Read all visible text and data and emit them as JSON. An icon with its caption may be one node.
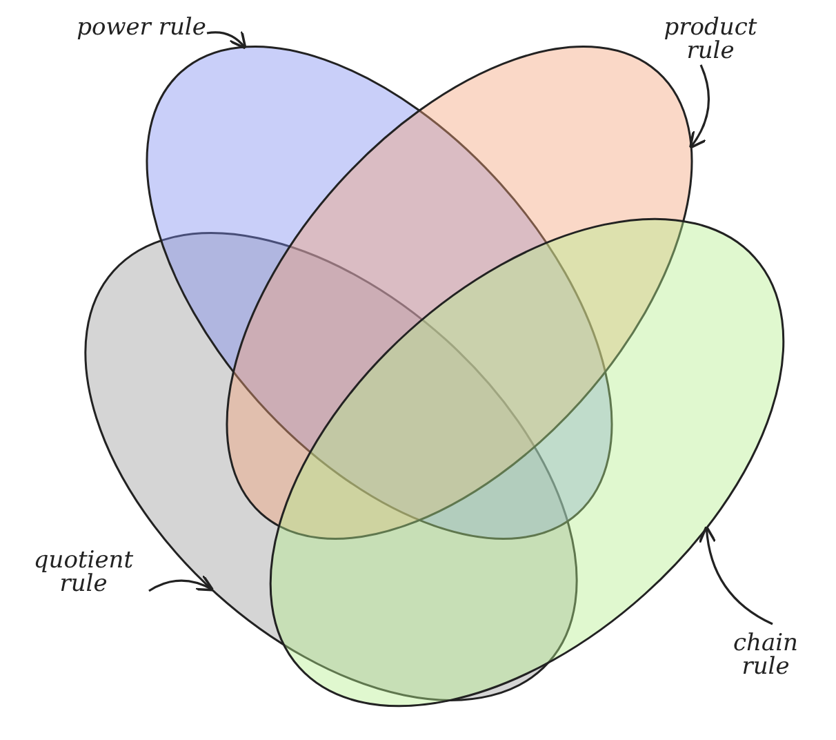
{
  "diagram": {
    "nodes": [
      {
        "text": [
          "power rule"
        ]
      },
      {
        "text": [
          "product rule"
        ]
      },
      {
        "text": [
          "quotient rule"
        ]
      },
      {
        "text": [
          "chain rule"
        ]
      },
      {
        "text": [],
        "shape": "ellipse"
      },
      {
        "text": [],
        "shape": "ellipse"
      },
      {
        "text": [],
        "shape": "ellipse"
      },
      {
        "text": [],
        "shape": "ellipse"
      }
    ],
    "edges": [
      {
        "from": 0,
        "to": 5,
        "arrow": "to"
      },
      {
        "from": 1,
        "to": 6,
        "arrow": "to"
      },
      {
        "from": 2,
        "to": 4,
        "arrow": "to"
      },
      {
        "from": 3,
        "to": 7,
        "arrow": "to"
      }
    ]
  }
}
